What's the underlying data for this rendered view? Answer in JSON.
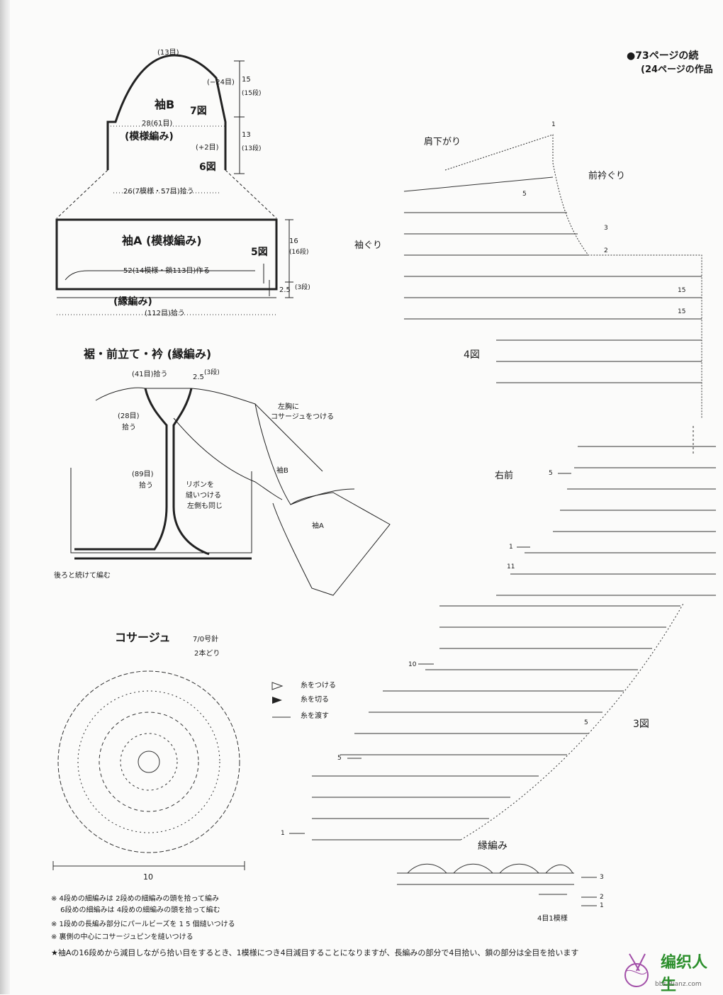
{
  "page": {
    "header_title": "●73ページの続",
    "header_sub": "(24ページの作品"
  },
  "sleeve": {
    "top_count": "(13目)",
    "dec_count": "(−24目)",
    "right_15": "15",
    "right_15_rows": "(15段)",
    "right_13": "13",
    "right_13_rows": "(13段)",
    "sleeveB_label": "袖B",
    "fig7": "7図",
    "width_28": "28(61目)",
    "pattern": "(模様編み)",
    "inc_count": "(+2目)",
    "fig6": "6図",
    "pickup_26": "26(7模様・57目)拾う",
    "sleeveA_label": "袖A (模様編み)",
    "fig5": "5図",
    "right_16": "16",
    "right_16_rows": "(16段)",
    "chain_52": "52(14模様・鎖113目)作る",
    "edge_25": "2.5",
    "edge_rows": "(3段)",
    "border": "(縁編み)",
    "pickup_112": "(112目)拾う"
  },
  "body_diagram": {
    "title": "裾・前立て・衿 (縁編み)",
    "pick_41": "(41目)拾う",
    "collar_25": "2.5",
    "collar_rows": "(3段)",
    "pick_28": "(28目)",
    "pick_28b": "拾う",
    "corsage_note_1": "左胸に",
    "corsage_note_2": "コサージュをつける",
    "sleeve_b": "袖B",
    "pick_89": "(89目)",
    "pick_89b": "拾う",
    "ribbon_1": "リボンを",
    "ribbon_2": "縫いつける",
    "ribbon_3": "左側も同じ",
    "sleeve_a": "袖A",
    "back_note": "後ろと続けて編む"
  },
  "chart": {
    "shoulder": "肩下がり",
    "front_neck": "前衿ぐり",
    "armhole": "袖ぐり",
    "fig4": "4図",
    "right_front": "右前",
    "fig3": "3図",
    "border_title": "縁編み",
    "repeat": "4目1模様",
    "row_labels": [
      "1",
      "5",
      "1",
      "11",
      "10",
      "5",
      "1",
      "3",
      "2",
      "1",
      "15",
      "15",
      "5",
      "3",
      "2",
      "5"
    ]
  },
  "legend": {
    "attach": "糸をつける",
    "cut": "糸を切る",
    "carry": "糸を渡す"
  },
  "corsage": {
    "title": "コサージュ",
    "hook": "7/0号針",
    "strands": "2本どり",
    "size": "10"
  },
  "notes": [
    "※ 4段めの細編みは 2段めの細編みの頭を拾って編み",
    "　 6段めの細編みは 4段めの細編みの頭を拾って編む",
    "※ 1段めの長編み部分にパールビーズを 1 5 個縫いつける",
    "※ 裏側の中心にコサージュピンを縫いつける"
  ],
  "footer": "★袖Aの16段めから減目しながら拾い目をするとき、1模様につき4目減目することになりますが、長編みの部分で4目拾い、鎖の部分は全目を拾います",
  "logo": {
    "name": "编织人生",
    "url": "bbs.Bianz.com"
  }
}
